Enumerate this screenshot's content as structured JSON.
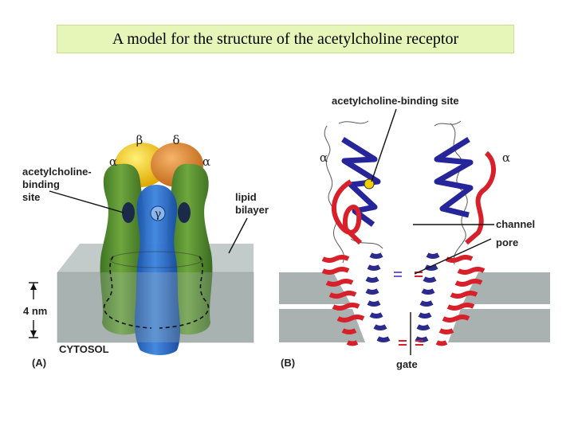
{
  "title": "A model for the structure of the acetylcholine receptor",
  "panel_a": {
    "panel_label": "(A)",
    "subunits": {
      "beta": "β",
      "delta": "δ",
      "alpha_left": "α",
      "alpha_right": "α",
      "gamma": "γ"
    },
    "binding_site_label": [
      "acetylcholine-",
      "binding",
      "site"
    ],
    "lipid_label": [
      "lipid",
      "bilayer"
    ],
    "scale_label": "4 nm",
    "cytosol_label": "CYTOSOL"
  },
  "panel_b": {
    "panel_label": "(B)",
    "binding_site_label": "acetylcholine-binding site",
    "alpha_left": "α",
    "alpha_right": "α",
    "channel_label": "channel",
    "pore_label": "pore",
    "gate_label": "gate"
  },
  "colors": {
    "title_bg": "#e6f5b8",
    "alpha_subunit": "#4f8a2c",
    "beta_subunit": "#f3c01c",
    "delta_subunit": "#dd8a33",
    "gamma_subunit": "#1f62c2",
    "helix_red": "#d8202a",
    "helix_blue": "#2a2a8f",
    "membrane": "#a9b3b2"
  }
}
